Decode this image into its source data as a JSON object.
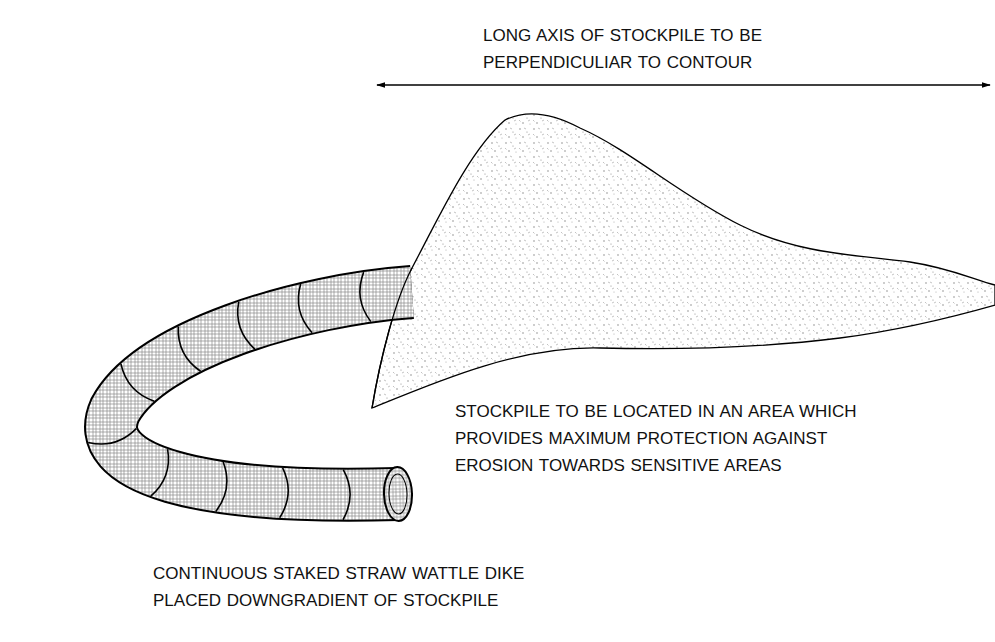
{
  "diagram": {
    "labels": [
      "LONG AXIS OF STOCKPILE TO BE PERPENDICULIAR TO CONTOUR",
      "STOCKPILE TO BE LOCATED IN AN AREA WHICH PROVIDES MAXIMUM PROTECTION AGAINST EROSION TOWARDS SENSITIVE AREAS",
      "CONTINUOUS STAKED STRAW WATTLE DIKE PLACED DOWNGRADIENT OF STOCKPILE"
    ]
  }
}
